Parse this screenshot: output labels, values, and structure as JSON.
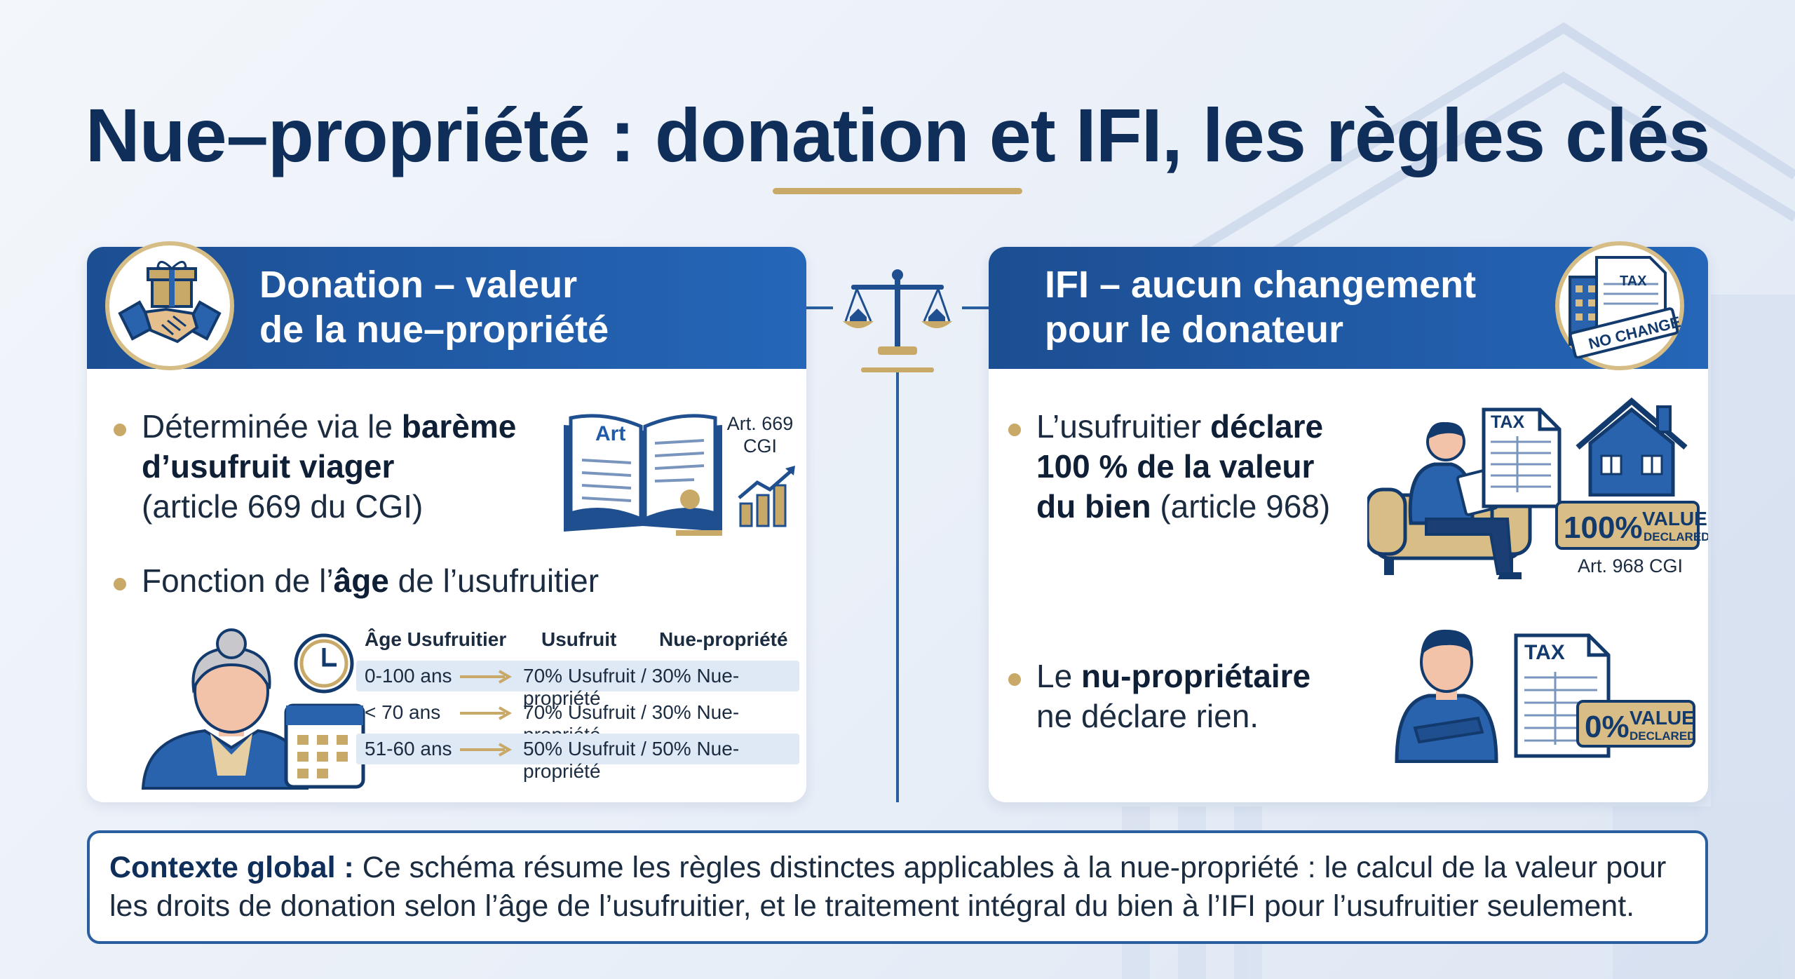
{
  "title": "Nue–propriété : donation et IFI, les règles clés",
  "colors": {
    "navy": "#0f2f5a",
    "header_blue": "#1e5ba8",
    "gold": "#c9a967",
    "light_row": "#dfe9f6"
  },
  "left_panel": {
    "header_line1": "Donation – valeur",
    "header_line2": "de la nue–propriété",
    "badge_icon": "gift-handshake-icon",
    "bullet1": {
      "pre": "Déterminée via le ",
      "bold": "barème d’usufruit viager",
      "post": "(article 669 du CGI)"
    },
    "book_label": "Art",
    "book_caption_line1": "Art. 669",
    "book_caption_line2": "CGI",
    "bullet2": {
      "pre": "Fonction de l’",
      "bold": "âge",
      "post": " de l’usufruitier"
    },
    "table": {
      "headers": [
        "Âge Usufruitier",
        "Usufruit",
        "Nue-propriété"
      ],
      "rows": [
        {
          "age": "0-100 ans",
          "split": "70% Usufruit / 30% Nue-propriété"
        },
        {
          "age": "< 70 ans",
          "split": "70% Usufruit / 30% Nue-propriété"
        },
        {
          "age": "51-60 ans",
          "split": "50% Usufruit / 50% Nue-propriété"
        }
      ]
    }
  },
  "right_panel": {
    "header_line1": "IFI – aucun changement",
    "header_line2": "pour le donateur",
    "badge_tax": "TAX",
    "badge_stamp": "NO CHANGE",
    "bullet1": {
      "pre": "L’usufruitier ",
      "bold1": "déclare",
      "bold2": "100 % de la valeur du bien",
      "post": " (article 968)"
    },
    "doc1_label": "TAX",
    "stamp1_big": "100%",
    "stamp1_small1": "VALUE",
    "stamp1_small2": "DECLARED",
    "caption1": "Art. 968 CGI",
    "bullet2": {
      "pre": "Le ",
      "bold": "nu-propriétaire",
      "post": "ne déclare rien."
    },
    "doc2_label": "TAX",
    "stamp2_big": "0%",
    "stamp2_small1": "VALUE",
    "stamp2_small2": "DECLARED"
  },
  "context": {
    "label": "Contexte global :",
    "text": " Ce schéma résume les règles distinctes applicables à la nue-propriété : le calcul de la valeur pour les droits de donation selon l’âge de l’usufruitier, et le traitement intégral du bien à l’IFI pour l’usufruitier seulement."
  }
}
